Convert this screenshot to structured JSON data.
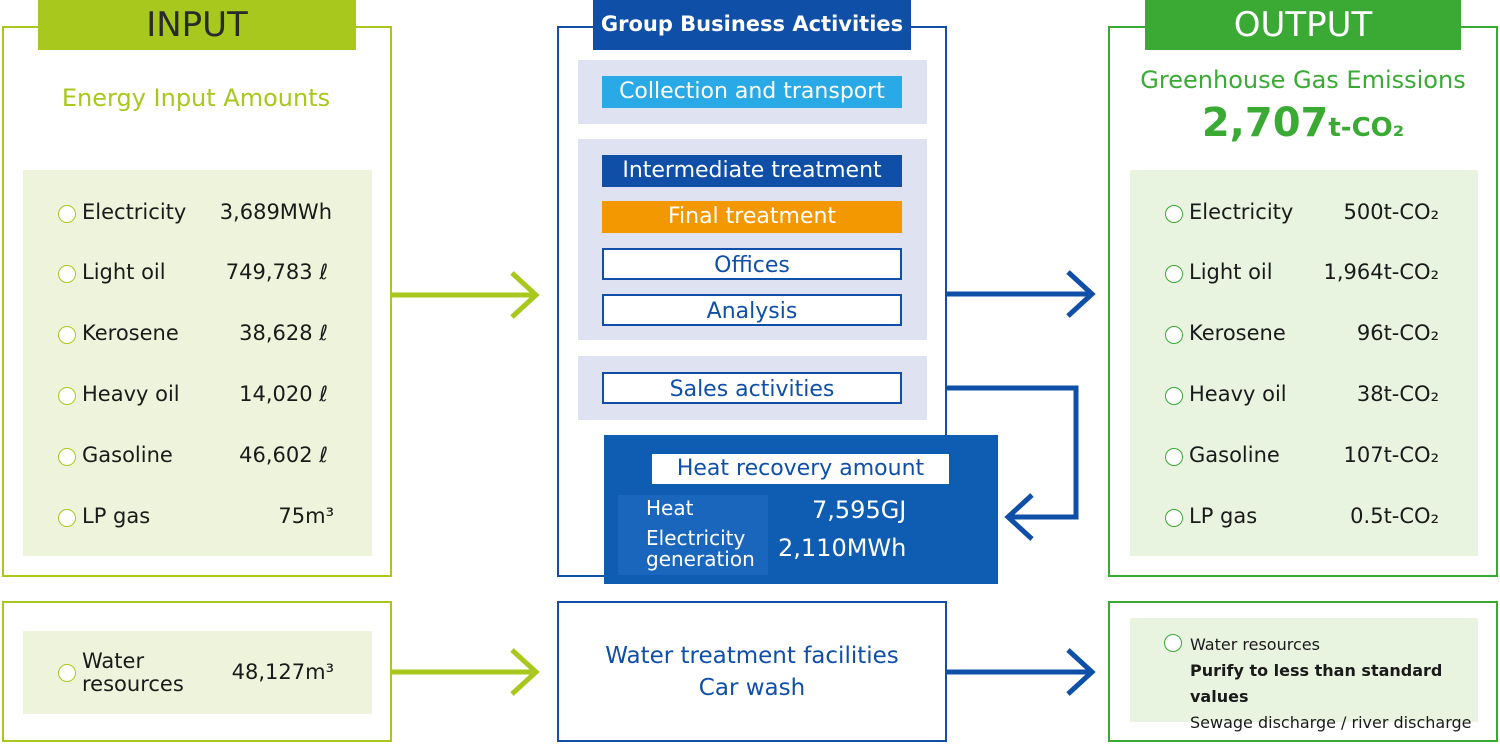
{
  "input": {
    "tab": "INPUT",
    "heading": "Energy Input Amounts",
    "items": [
      {
        "label": "Electricity",
        "value": "3,689MWh"
      },
      {
        "label": "Light oil",
        "value": "749,783 ℓ"
      },
      {
        "label": "Kerosene",
        "value": "38,628 ℓ"
      },
      {
        "label": "Heavy oil",
        "value": "14,020 ℓ"
      },
      {
        "label": "Gasoline",
        "value": "46,602 ℓ"
      },
      {
        "label": "LP gas",
        "value": "75m³"
      }
    ],
    "water": {
      "label_line1": "Water",
      "label_line2": "resources",
      "value": "48,127m³"
    }
  },
  "center": {
    "tab": "Group Business Activities",
    "activities": {
      "collection": "Collection and transport",
      "intermediate": "Intermediate treatment",
      "final": "Final treatment",
      "offices": "Offices",
      "analysis": "Analysis",
      "sales": "Sales activities"
    },
    "heat_recovery": {
      "title": "Heat recovery amount",
      "heat_label": "Heat",
      "heat_value": "7,595GJ",
      "elec_label_line1": "Electricity",
      "elec_label_line2": "generation",
      "elec_value": "2,110MWh"
    },
    "water": {
      "line1": "Water treatment facilities",
      "line2": "Car wash"
    }
  },
  "output": {
    "tab": "OUTPUT",
    "heading": "Greenhouse Gas Emissions",
    "total_number": "2,707",
    "total_unit": "t-CO₂",
    "items": [
      {
        "label": "Electricity",
        "value": "500t-CO₂"
      },
      {
        "label": "Light oil",
        "value": "1,964t-CO₂"
      },
      {
        "label": "Kerosene",
        "value": "96t-CO₂"
      },
      {
        "label": "Heavy oil",
        "value": "38t-CO₂"
      },
      {
        "label": "Gasoline",
        "value": "107t-CO₂"
      },
      {
        "label": "LP gas",
        "value": "0.5t-CO₂"
      }
    ],
    "water": {
      "line1": "Water resources",
      "line2": "Purify to less than standard values",
      "line3": "Sewage discharge / river discharge"
    }
  },
  "colors": {
    "input": "#a8c81e",
    "center": "#0f4fa8",
    "output": "#3aaa35",
    "collection": "#29a9e6",
    "final": "#f39800"
  }
}
